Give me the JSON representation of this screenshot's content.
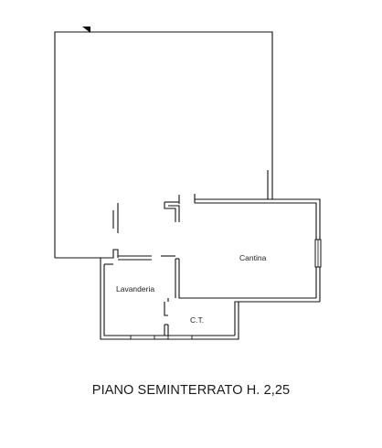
{
  "rooms": {
    "cantina": "Cantina",
    "lavanderia": "Lavanderia",
    "ct": "C.T."
  },
  "caption": "PIANO SEMINTERRATO H. 2,25",
  "colors": {
    "wall": "#111111",
    "background": "#ffffff"
  }
}
